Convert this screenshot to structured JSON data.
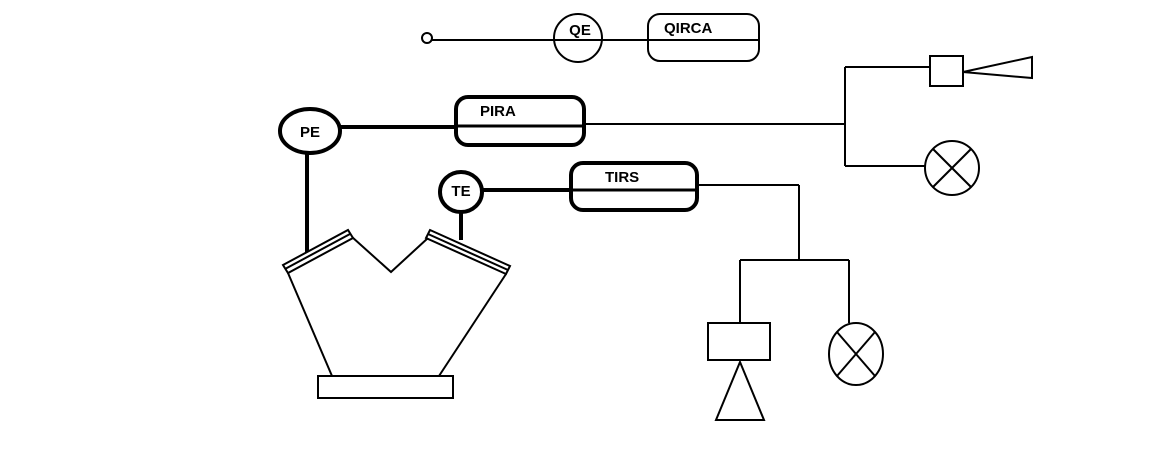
{
  "colors": {
    "background": "#ffffff",
    "stroke": "#000000"
  },
  "labels": {
    "qe": "QE",
    "qirca": "QIRCA",
    "pe": "PE",
    "pira": "PIRA",
    "te": "TE",
    "tirs": "TIRS"
  },
  "icons": {
    "horn": "horn-icon",
    "lamp": "lamp-icon",
    "siren": "siren-icon",
    "vessel": "vessel-icon"
  }
}
